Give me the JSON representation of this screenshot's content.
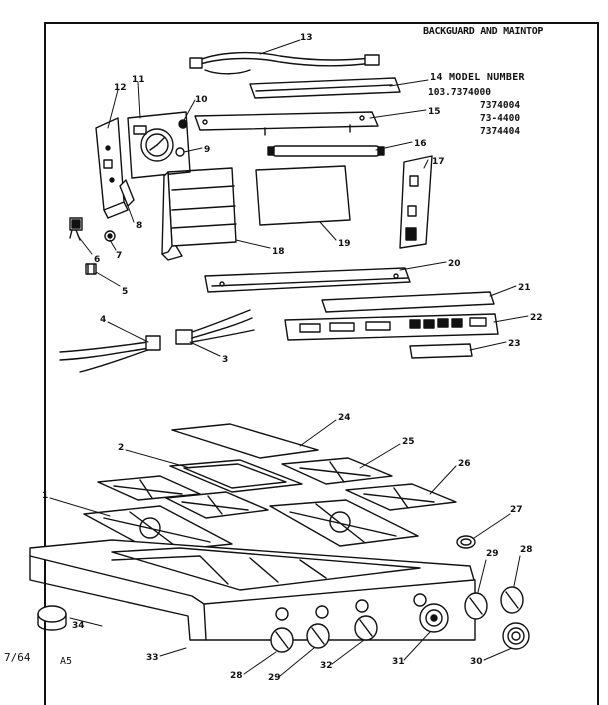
{
  "header": {
    "title": "BACKGUARD AND MAINTOP",
    "model_label": "MODEL NUMBER",
    "models": [
      "103.7374000",
      "7374004",
      "73-4400",
      "7374404"
    ]
  },
  "footer": {
    "date_code": "7/64",
    "page_code": "A5"
  },
  "callouts": [
    "1",
    "2",
    "3",
    "4",
    "5",
    "6",
    "7",
    "8",
    "9",
    "10",
    "11",
    "12",
    "13",
    "14",
    "15",
    "16",
    "17",
    "18",
    "19",
    "20",
    "21",
    "22",
    "23",
    "24",
    "25",
    "26",
    "27",
    "28",
    "29",
    "30",
    "31",
    "32",
    "33",
    "34"
  ]
}
